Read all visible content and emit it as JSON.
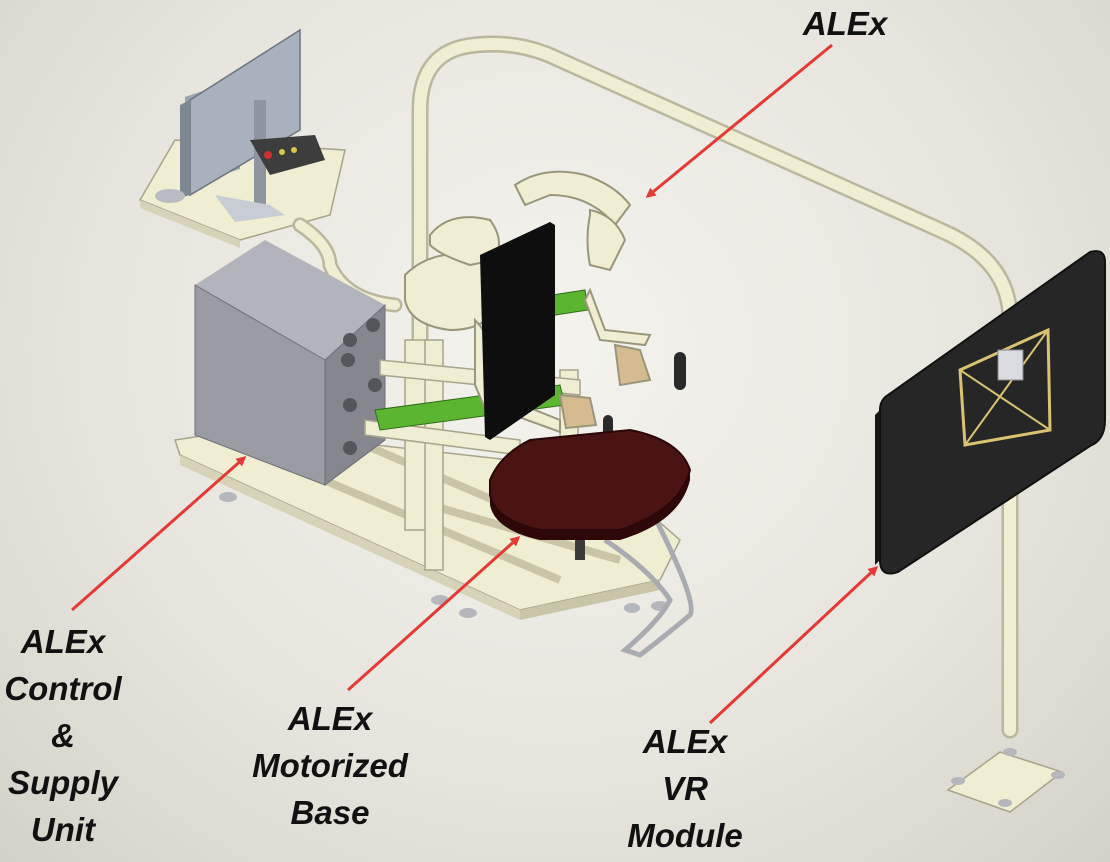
{
  "labels": {
    "alex": "ALEx",
    "control_unit": [
      "ALEx",
      "Control",
      "&",
      "Supply",
      "Unit"
    ],
    "motorized_base": [
      "ALEx",
      "Motorized",
      "Base"
    ],
    "vr_module": [
      "ALEx",
      "VR",
      "Module"
    ]
  },
  "colors": {
    "arrow": "#e53935",
    "frame": "#efedd2",
    "cabinet": "#9a9ba3",
    "seat": "#4a1414",
    "screen": "#262626",
    "rail": "#5cb531"
  }
}
